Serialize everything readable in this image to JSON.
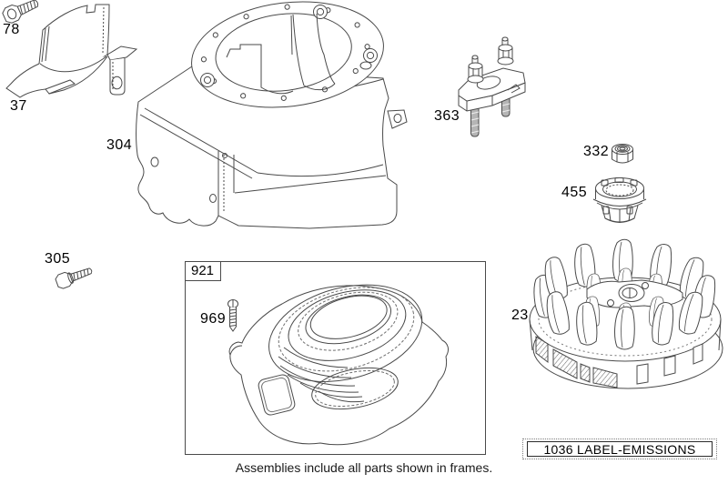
{
  "diagram": {
    "background": "#ffffff",
    "line_color": "#4a4a4a",
    "shaft_fill": "#b5b5b5",
    "label_color": "#000000",
    "callouts": {
      "c78": "78",
      "c37": "37",
      "c304": "304",
      "c363": "363",
      "c332": "332",
      "c455": "455",
      "c23": "23",
      "c305": "305",
      "c969": "969"
    },
    "frame_921": {
      "label": "921"
    },
    "emissions_frame": {
      "label": "1036 LABEL-EMISSIONS"
    },
    "footer_note": "Assemblies include all parts shown in frames."
  }
}
